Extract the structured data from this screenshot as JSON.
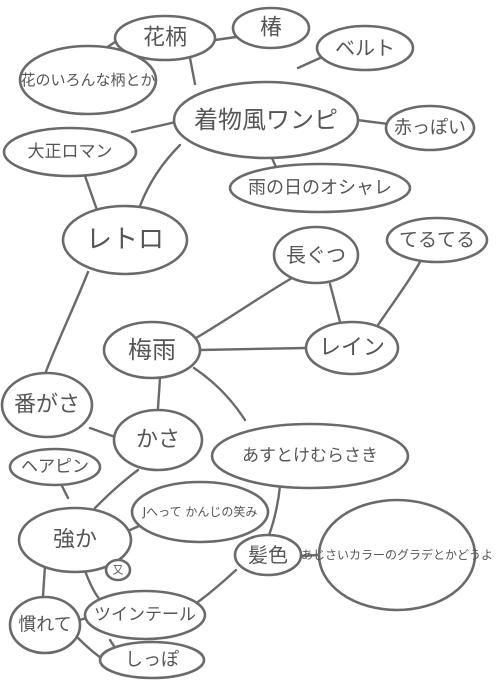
{
  "diagram": {
    "nodes": {
      "hanagara": "花柄",
      "tsubaki": "椿",
      "hana_no_ironna": "花のいろんな柄とか",
      "belt": "ベルト",
      "kimono_onepiece": "着物風ワンピ",
      "akappoi": "赤っぽい",
      "taisho_roman": "大正ロマン",
      "ame_no_hi": "雨の日のオシャレ",
      "retro": "レトロ",
      "nagagutsu": "長ぐつ",
      "teruteru": "てるてる",
      "tsuyu": "梅雨",
      "rain": "レイン",
      "bangasa": "番がさ",
      "kasa": "かさ",
      "asu_to_kemurasaki": "あすとけむらさき",
      "hairpin": "ヘアピン",
      "tsuyoka": "強か",
      "jikken": "Jへって かんじの笑み",
      "mata": "又",
      "kamiiro": "髪色",
      "ajisai_color": "あじさいカラーのグラデとかどうよ",
      "nareru": "慣れて",
      "twintail": "ツインテール",
      "shippo": "しっぽ"
    }
  }
}
